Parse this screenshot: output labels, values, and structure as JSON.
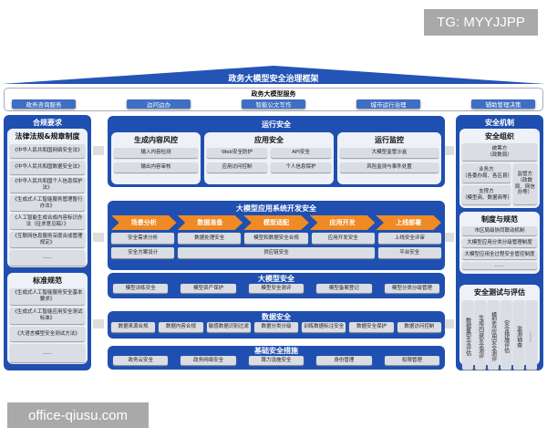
{
  "watermarks": {
    "top": "TG: MYYJJPP",
    "bottom": "office-qiusu.com"
  },
  "title": "政务大模型安全治理框架",
  "services": {
    "title": "政务大模型服务",
    "items": [
      "政务咨询服务",
      "边问边办",
      "智能公文写作",
      "城市运行治理",
      "辅助管理决策"
    ]
  },
  "left": {
    "header": "合规要求",
    "laws": {
      "title": "法律法规&规章制度",
      "items": [
        "《中华人民共和国网络安全法》",
        "《中华人民共和国数据安全法》",
        "《中华人民共和国个人信息保护法》",
        "《生成式人工智能服务管理暂行办法》",
        "《人工智能生成合成内容标识办法（征求意见稿）》",
        "《互联网信息服务深度合成管理规定》",
        "……"
      ]
    },
    "standards": {
      "title": "标准规范",
      "items": [
        "《生成式人工智能服务安全基本要求》",
        "《生成式人工智能应用安全测试标准》",
        "《大语言模型安全测试方法》",
        "……"
      ]
    }
  },
  "ops": {
    "header": "运行安全",
    "content": {
      "title": "生成内容风控",
      "items": [
        "输入内容检测",
        "输出内容审核"
      ]
    },
    "app": {
      "title": "应用安全",
      "items": [
        "Web安全防护",
        "API安全",
        "应用访问控制",
        "个人信息保护"
      ]
    },
    "monitor": {
      "title": "运行监控",
      "items": [
        "大模型监管沙盒",
        "风险监测与事件处置"
      ]
    }
  },
  "dev": {
    "header": "大模型应用系统开发安全",
    "stages": [
      "场景分析",
      "数据准备",
      "模型适配",
      "应用开发",
      "上线部署"
    ],
    "row1": [
      "安全需求分析",
      "数据处理安全",
      "模型和数据安全合规",
      "应用开发安全",
      "上线安全评审"
    ],
    "row2": [
      "安全方案设计",
      "供应链安全",
      "平台安全"
    ]
  },
  "model": {
    "header": "大模型安全",
    "items": [
      "模型训练安全",
      "模型资产保护",
      "模型安全测评",
      "模型备案登记",
      "模型分类分级管理"
    ]
  },
  "data": {
    "header": "数据安全",
    "items": [
      "数据来源合规",
      "数据内容合规",
      "敏感数据识别过滤",
      "数据分类分级",
      "训练数据标注安全",
      "数据安全保护",
      "数据访问控制"
    ]
  },
  "infra": {
    "header": "基础安全措施",
    "items": [
      "政务云安全",
      "政务网络安全",
      "算力设施安全",
      "身份管理",
      "权限管理"
    ]
  },
  "right": {
    "header": "安全机制",
    "org": {
      "title": "安全组织",
      "coord": "统筹方\n（政数局）",
      "biz": "业务方\n（各委办局、各区县）",
      "support": "支撑方\n（模型商、数据商等）",
      "regulator": "监管方\n（政数局、网信办等）"
    },
    "rules": {
      "title": "制度与规范",
      "items": [
        "市区局级协同联动机制",
        "大模型应用分类分级管理制度",
        "大模型应用全过程安全管控制度",
        "……"
      ]
    },
    "test": {
      "title": "安全测试与评估",
      "items": [
        "数据集安全评估",
        "生成内容安全测评",
        "模型及应用安全测评",
        "安全措施评估",
        "监测抽查",
        "……"
      ]
    }
  },
  "colors": {
    "primary": "#1f4fb0",
    "accent": "#f08a24",
    "panel": "#eef1f8",
    "chip": "#dadde3"
  }
}
